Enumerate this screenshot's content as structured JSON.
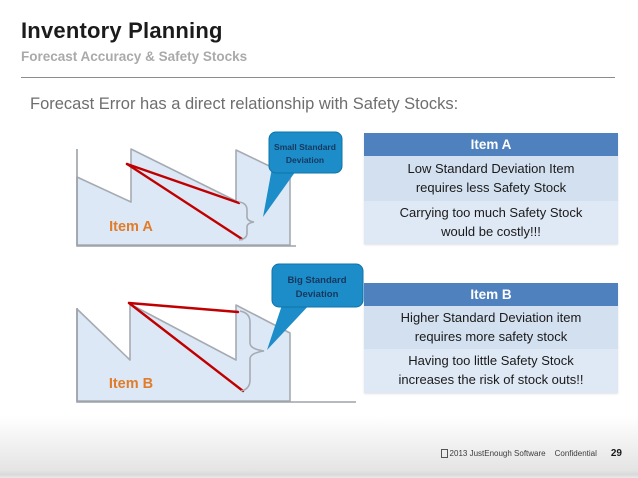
{
  "slide": {
    "title": "Inventory Planning",
    "subtitle": "Forecast Accuracy & Safety Stocks",
    "heading": "Forecast Error has a direct relationship with Safety Stocks:"
  },
  "charts": {
    "item_a": {
      "label": "Item A",
      "callout": {
        "line1": "Small Standard",
        "line2": "Deviation"
      }
    },
    "item_b": {
      "label": "Item B",
      "callout": {
        "line1": "Big Standard",
        "line2": "Deviation"
      }
    }
  },
  "tables": {
    "item_a": {
      "header": "Item A",
      "rows": [
        {
          "line1": "Low Standard Deviation Item",
          "line2": "requires less Safety Stock"
        },
        {
          "line1": "Carrying too much Safety Stock",
          "line2": "would be costly!!!"
        }
      ]
    },
    "item_b": {
      "header": "Item B",
      "rows": [
        {
          "line1": "Higher Standard Deviation item",
          "line2": "requires more safety stock"
        },
        {
          "line1": "Having too little Safety Stock",
          "line2": "increases the risk of stock outs!!"
        }
      ]
    }
  },
  "footer": {
    "copyright": "2013 JustEnough Software",
    "confidential": "Confidential",
    "page_number": "29"
  },
  "colors": {
    "table_header_blue": "#4e81bd",
    "table_band_dark": "#d3e0f0",
    "table_band_light": "#dfe8f5",
    "callout_bubble_blue": "#1c8dc9",
    "callout_text_navy": "#17375d",
    "area_fill_blue": "#dce8f6",
    "outline_gray": "#a6abb2",
    "deviation_line_red": "#c00000",
    "item_label_orange": "#e07c2a"
  }
}
